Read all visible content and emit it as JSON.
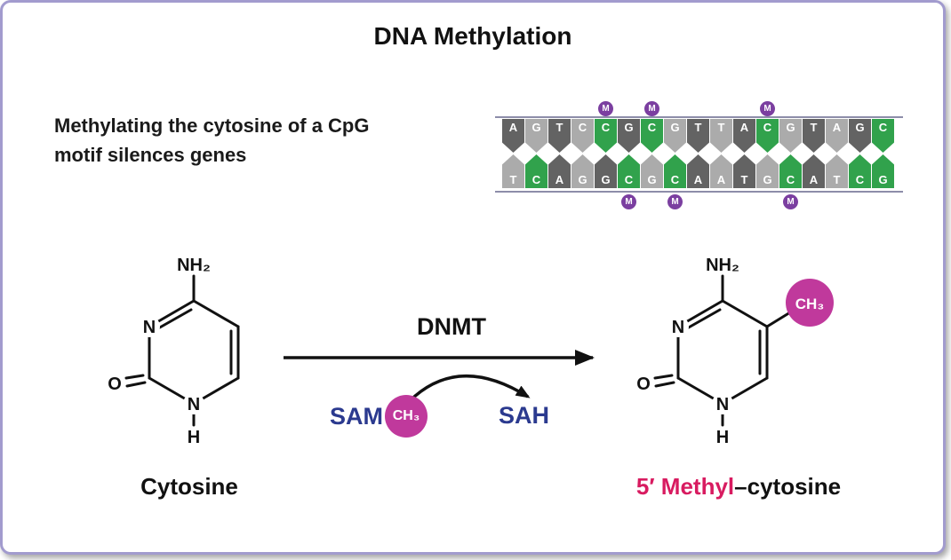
{
  "title": "DNA Methylation",
  "caption": {
    "line1": "Methylating the cytosine of a CpG",
    "line2": "motif silences genes"
  },
  "reaction": {
    "enzyme": "DNMT",
    "substrate": "SAM",
    "product": "SAH",
    "methyl": "CH₃"
  },
  "left_molecule": {
    "label": "Cytosine",
    "amine": "NH₂",
    "ring_nitrogen": "N",
    "ring_nitrogen_bottom": "N",
    "oxygen": "O",
    "hydrogen": "H"
  },
  "right_molecule": {
    "label_highlight": "5′ Methyl",
    "label_rest": "–cytosine",
    "methyl": "CH₃",
    "amine": "NH₂",
    "ring_nitrogen": "N",
    "ring_nitrogen_bottom": "N",
    "oxygen": "O",
    "hydrogen": "H"
  },
  "dna": {
    "methyl_mark": "M",
    "top_strand": [
      {
        "letter": "A",
        "color": "dark",
        "m": false
      },
      {
        "letter": "G",
        "color": "light",
        "m": false
      },
      {
        "letter": "T",
        "color": "dark",
        "m": false
      },
      {
        "letter": "C",
        "color": "light",
        "m": false
      },
      {
        "letter": "C",
        "color": "green",
        "m": true
      },
      {
        "letter": "G",
        "color": "dark",
        "m": false
      },
      {
        "letter": "C",
        "color": "green",
        "m": true
      },
      {
        "letter": "G",
        "color": "light",
        "m": false
      },
      {
        "letter": "T",
        "color": "dark",
        "m": false
      },
      {
        "letter": "T",
        "color": "light",
        "m": false
      },
      {
        "letter": "A",
        "color": "dark",
        "m": false
      },
      {
        "letter": "C",
        "color": "green",
        "m": true
      },
      {
        "letter": "G",
        "color": "light",
        "m": false
      },
      {
        "letter": "T",
        "color": "dark",
        "m": false
      },
      {
        "letter": "A",
        "color": "light",
        "m": false
      },
      {
        "letter": "G",
        "color": "dark",
        "m": false
      },
      {
        "letter": "C",
        "color": "green",
        "m": false
      }
    ],
    "bottom_strand": [
      {
        "letter": "T",
        "color": "light",
        "m": false
      },
      {
        "letter": "C",
        "color": "green",
        "m": false
      },
      {
        "letter": "A",
        "color": "dark",
        "m": false
      },
      {
        "letter": "G",
        "color": "light",
        "m": false
      },
      {
        "letter": "G",
        "color": "dark",
        "m": false
      },
      {
        "letter": "C",
        "color": "green",
        "m": true
      },
      {
        "letter": "G",
        "color": "light",
        "m": false
      },
      {
        "letter": "C",
        "color": "green",
        "m": true
      },
      {
        "letter": "A",
        "color": "dark",
        "m": false
      },
      {
        "letter": "A",
        "color": "light",
        "m": false
      },
      {
        "letter": "T",
        "color": "dark",
        "m": false
      },
      {
        "letter": "G",
        "color": "light",
        "m": false
      },
      {
        "letter": "C",
        "color": "green",
        "m": true
      },
      {
        "letter": "A",
        "color": "dark",
        "m": false
      },
      {
        "letter": "T",
        "color": "light",
        "m": false
      },
      {
        "letter": "C",
        "color": "green",
        "m": false
      },
      {
        "letter": "G",
        "color": "green",
        "m": false
      }
    ]
  },
  "colors": {
    "tile_dark": "#636363",
    "tile_light": "#ababab",
    "tile_green": "#31a24c",
    "methyl_circle": "#7b3fa0",
    "ch3_circle": "#c0399c",
    "sam_sah": "#2b3a8f",
    "highlight_pink": "#d81b60",
    "border": "#a29bce"
  }
}
